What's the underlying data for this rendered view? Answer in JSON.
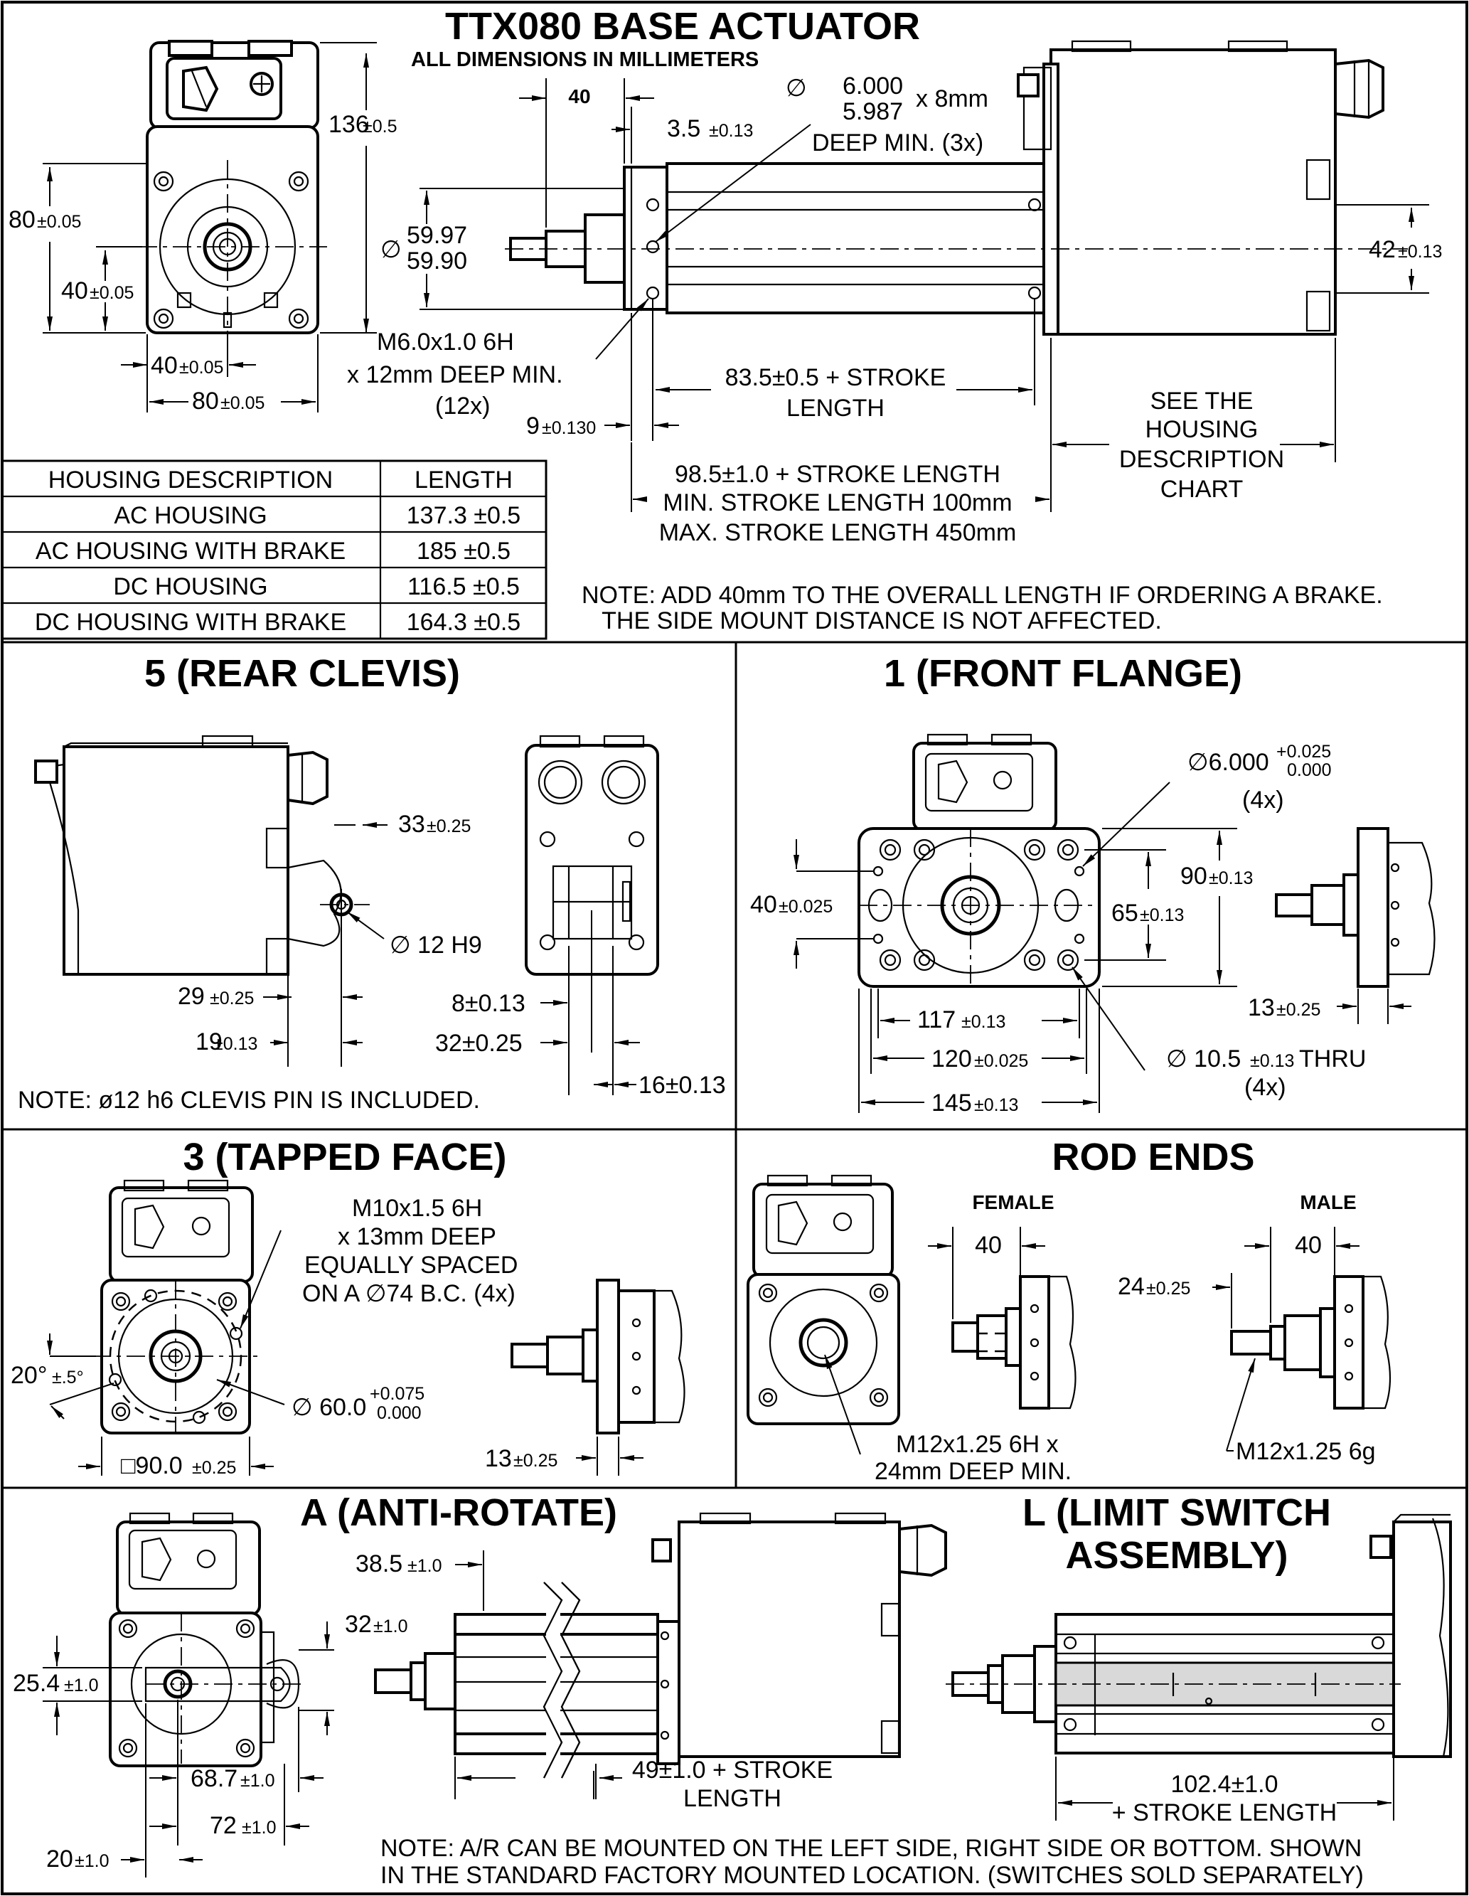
{
  "title": "TTX080 BASE ACTUATOR",
  "subtitle": "ALL DIMENSIONS IN MILLIMETERS",
  "base": {
    "dim_136": "136",
    "tol_05": "±0.5",
    "dim_80": "80",
    "tol_005": "±0.05",
    "dim_40": "40",
    "dim_40_top": "40",
    "dim_35": "3.5",
    "tol_013": "±0.13",
    "dia_upper": "6.000",
    "dia_lower": "5.987",
    "dia_suffix": "x 8mm",
    "dia_note": "DEEP MIN. (3x)",
    "pilot_upper": "59.97",
    "pilot_lower": "59.90",
    "dim_42": "42",
    "thread_line1": "M6.0x1.0 6H",
    "thread_line2": "x 12mm DEEP MIN.",
    "thread_line3": "(12x)",
    "dim_9": "9",
    "tol_0130": "±0.130",
    "stroke_a": "83.5±0.5 + STROKE",
    "stroke_a2": "LENGTH",
    "see_housing_1": "SEE THE",
    "see_housing_2": "HOUSING",
    "see_housing_3": "DESCRIPTION",
    "see_housing_4": "CHART",
    "overall_1": "98.5±1.0 + STROKE LENGTH",
    "overall_2": "MIN. STROKE LENGTH 100mm",
    "overall_3": "MAX. STROKE LENGTH 450mm",
    "note_1": "NOTE: ADD 40mm TO THE OVERALL LENGTH IF ORDERING A BRAKE.",
    "note_2": "THE SIDE MOUNT DISTANCE IS NOT AFFECTED."
  },
  "housing_table": {
    "headers": [
      "HOUSING DESCRIPTION",
      "LENGTH"
    ],
    "rows": [
      [
        "AC HOUSING",
        "137.3 ±0.5"
      ],
      [
        "AC HOUSING WITH BRAKE",
        "185 ±0.5"
      ],
      [
        "DC HOUSING",
        "116.5 ±0.5"
      ],
      [
        "DC HOUSING WITH BRAKE",
        "164.3 ±0.5"
      ]
    ]
  },
  "rear_clevis": {
    "title": "5 (REAR CLEVIS)",
    "dim_33": "33",
    "tol_025": "±0.25",
    "pin": "∅ 12 H9",
    "dim_29": "29",
    "dim_19": "19",
    "tol_013": "±0.13",
    "dim_8": "8±0.13",
    "dim_32": "32±0.25",
    "dim_16": "16±0.13",
    "note": "NOTE: ø12 h6 CLEVIS PIN IS INCLUDED."
  },
  "front_flange": {
    "title": "1 (FRONT FLANGE)",
    "hole_dia": "∅6.000",
    "hole_tol_plus": "+0.025",
    "hole_tol_zero": "0.000",
    "hole_qty": "(4x)",
    "dim_90": "90",
    "tol_013": "±0.13",
    "dim_40": "40",
    "tol_0025": "±0.025",
    "dim_65": "65",
    "dim_13": "13",
    "tol_025": "±0.25",
    "dim_117": "117",
    "dim_120": "120",
    "thru_dia": "∅ 10.5",
    "thru_word": "THRU",
    "thru_qty": "(4x)",
    "dim_145": "145"
  },
  "tapped_face": {
    "title": "3 (TAPPED FACE)",
    "tap_1": "M10x1.5 6H",
    "tap_2": "x 13mm DEEP",
    "tap_3": "EQUALLY SPACED",
    "tap_4": "ON A  ∅74 B.C. (4x)",
    "angle": "20°",
    "angle_tol": "±.5°",
    "pilot": "∅ 60.0",
    "pilot_plus": "+0.075",
    "pilot_zero": "0.000",
    "square": "□90.0",
    "square_tol": "±0.25",
    "dim_13": "13",
    "tol_025": "±0.25"
  },
  "rod_ends": {
    "title": "ROD ENDS",
    "female": "FEMALE",
    "male": "MALE",
    "dim_40_f": "40",
    "dim_40_m": "40",
    "dim_24": "24",
    "tol_025": "±0.25",
    "female_thread_1": "M12x1.25 6H x",
    "female_thread_2": "24mm DEEP MIN.",
    "male_thread": "M12x1.25 6g"
  },
  "anti_rotate": {
    "title": "A (ANTI-ROTATE)",
    "dim_385": "38.5",
    "dim_32": "32",
    "tol_10": "±1.0",
    "dim_254": "25.4",
    "dim_687": "68.7",
    "dim_72": "72",
    "dim_20": "20",
    "stroke_1": "49±1.0 + STROKE",
    "stroke_2": "LENGTH"
  },
  "limit_switch": {
    "title_1": "L (LIMIT SWITCH",
    "title_2": "ASSEMBLY)",
    "stroke_1": "102.4±1.0",
    "stroke_2": "+ STROKE LENGTH"
  },
  "bottom_note_1": "NOTE: A/R CAN BE MOUNTED ON THE LEFT SIDE, RIGHT SIDE OR BOTTOM. SHOWN",
  "bottom_note_2": "IN THE STANDARD FACTORY MOUNTED LOCATION. (SWITCHES SOLD SEPARATELY)"
}
